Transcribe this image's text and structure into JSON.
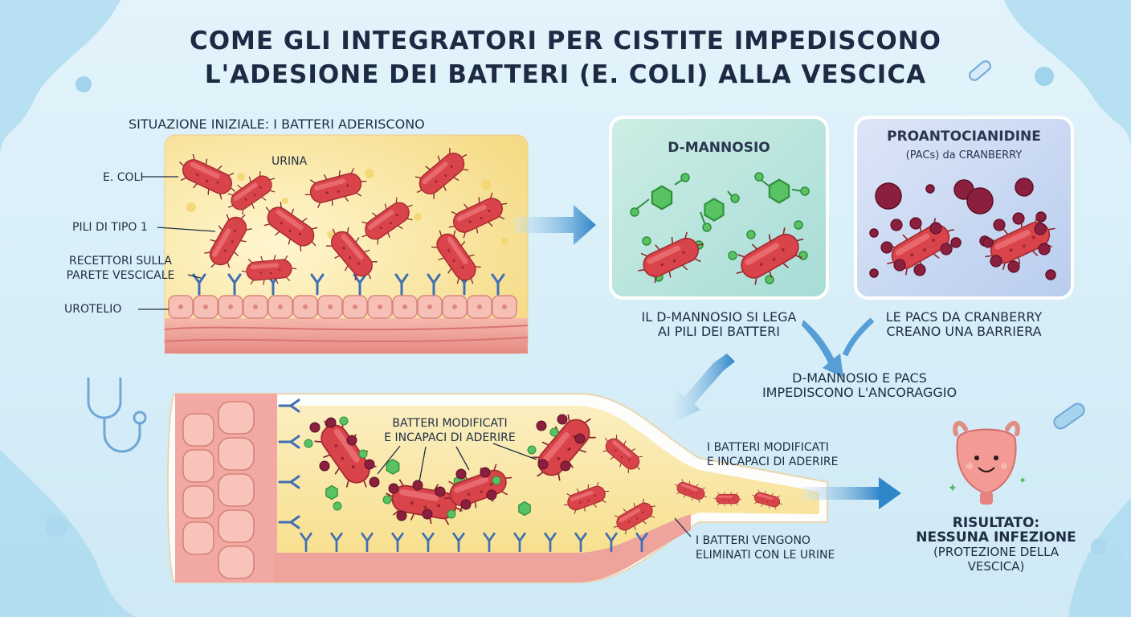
{
  "title_line1": "COME GLI INTEGRATORI PER CISTITE IMPEDISCONO",
  "title_line2": "L'ADESIONE DEI BATTERI (E. COLI) ALLA VESCICA",
  "initial": {
    "heading": "SITUAZIONE INIZIALE: I BATTERI ADERISCONO",
    "urina": "URINA",
    "ecoli": "E. COLI",
    "pili": "PILI DI TIPO 1",
    "recettori_1": "RECETTORI SULLA",
    "recettori_2": "PARETE VESCICALE",
    "urotelio": "UROTELIO"
  },
  "mannosio": {
    "title": "D-MANNOSIO",
    "caption_1": "IL D-MANNOSIO SI LEGA",
    "caption_2": "AI PILI DEI BATTERI"
  },
  "pacs": {
    "title": "PROANTOCIANIDINE",
    "subtitle": "(PACs) da CRANBERRY",
    "caption_1": "LE PACs DA CRANBERRY",
    "caption_2": "CREANO UNA BARRIERA"
  },
  "combined_1": "D-MANNOSIO E PACs",
  "combined_2": "IMPEDISCONO L'ANCORAGGIO",
  "modified": {
    "label_1": "BATTERI MODIFICATI",
    "label_2": "E INCAPACI DI ADERIRE",
    "label_right_1": "I BATTERI MODIFICATI",
    "label_right_2": "E INCAPACI DI ADERIRE",
    "eliminated_1": "I BATTERI VENGONO",
    "eliminated_2": "ELIMINATI CON LE URINE"
  },
  "result": {
    "line1": "RISULTATO:",
    "line2": "NESSUNA INFEZIONE",
    "line3": "(PROTEZIONE DELLA",
    "line4": "VESCICA)"
  },
  "colors": {
    "bacteria": "#d9444a",
    "mannose": "#4fbf5a",
    "pacs": "#8a1f3e",
    "arrow": "#3f8fcf",
    "tissue": "#f2a9a3"
  }
}
